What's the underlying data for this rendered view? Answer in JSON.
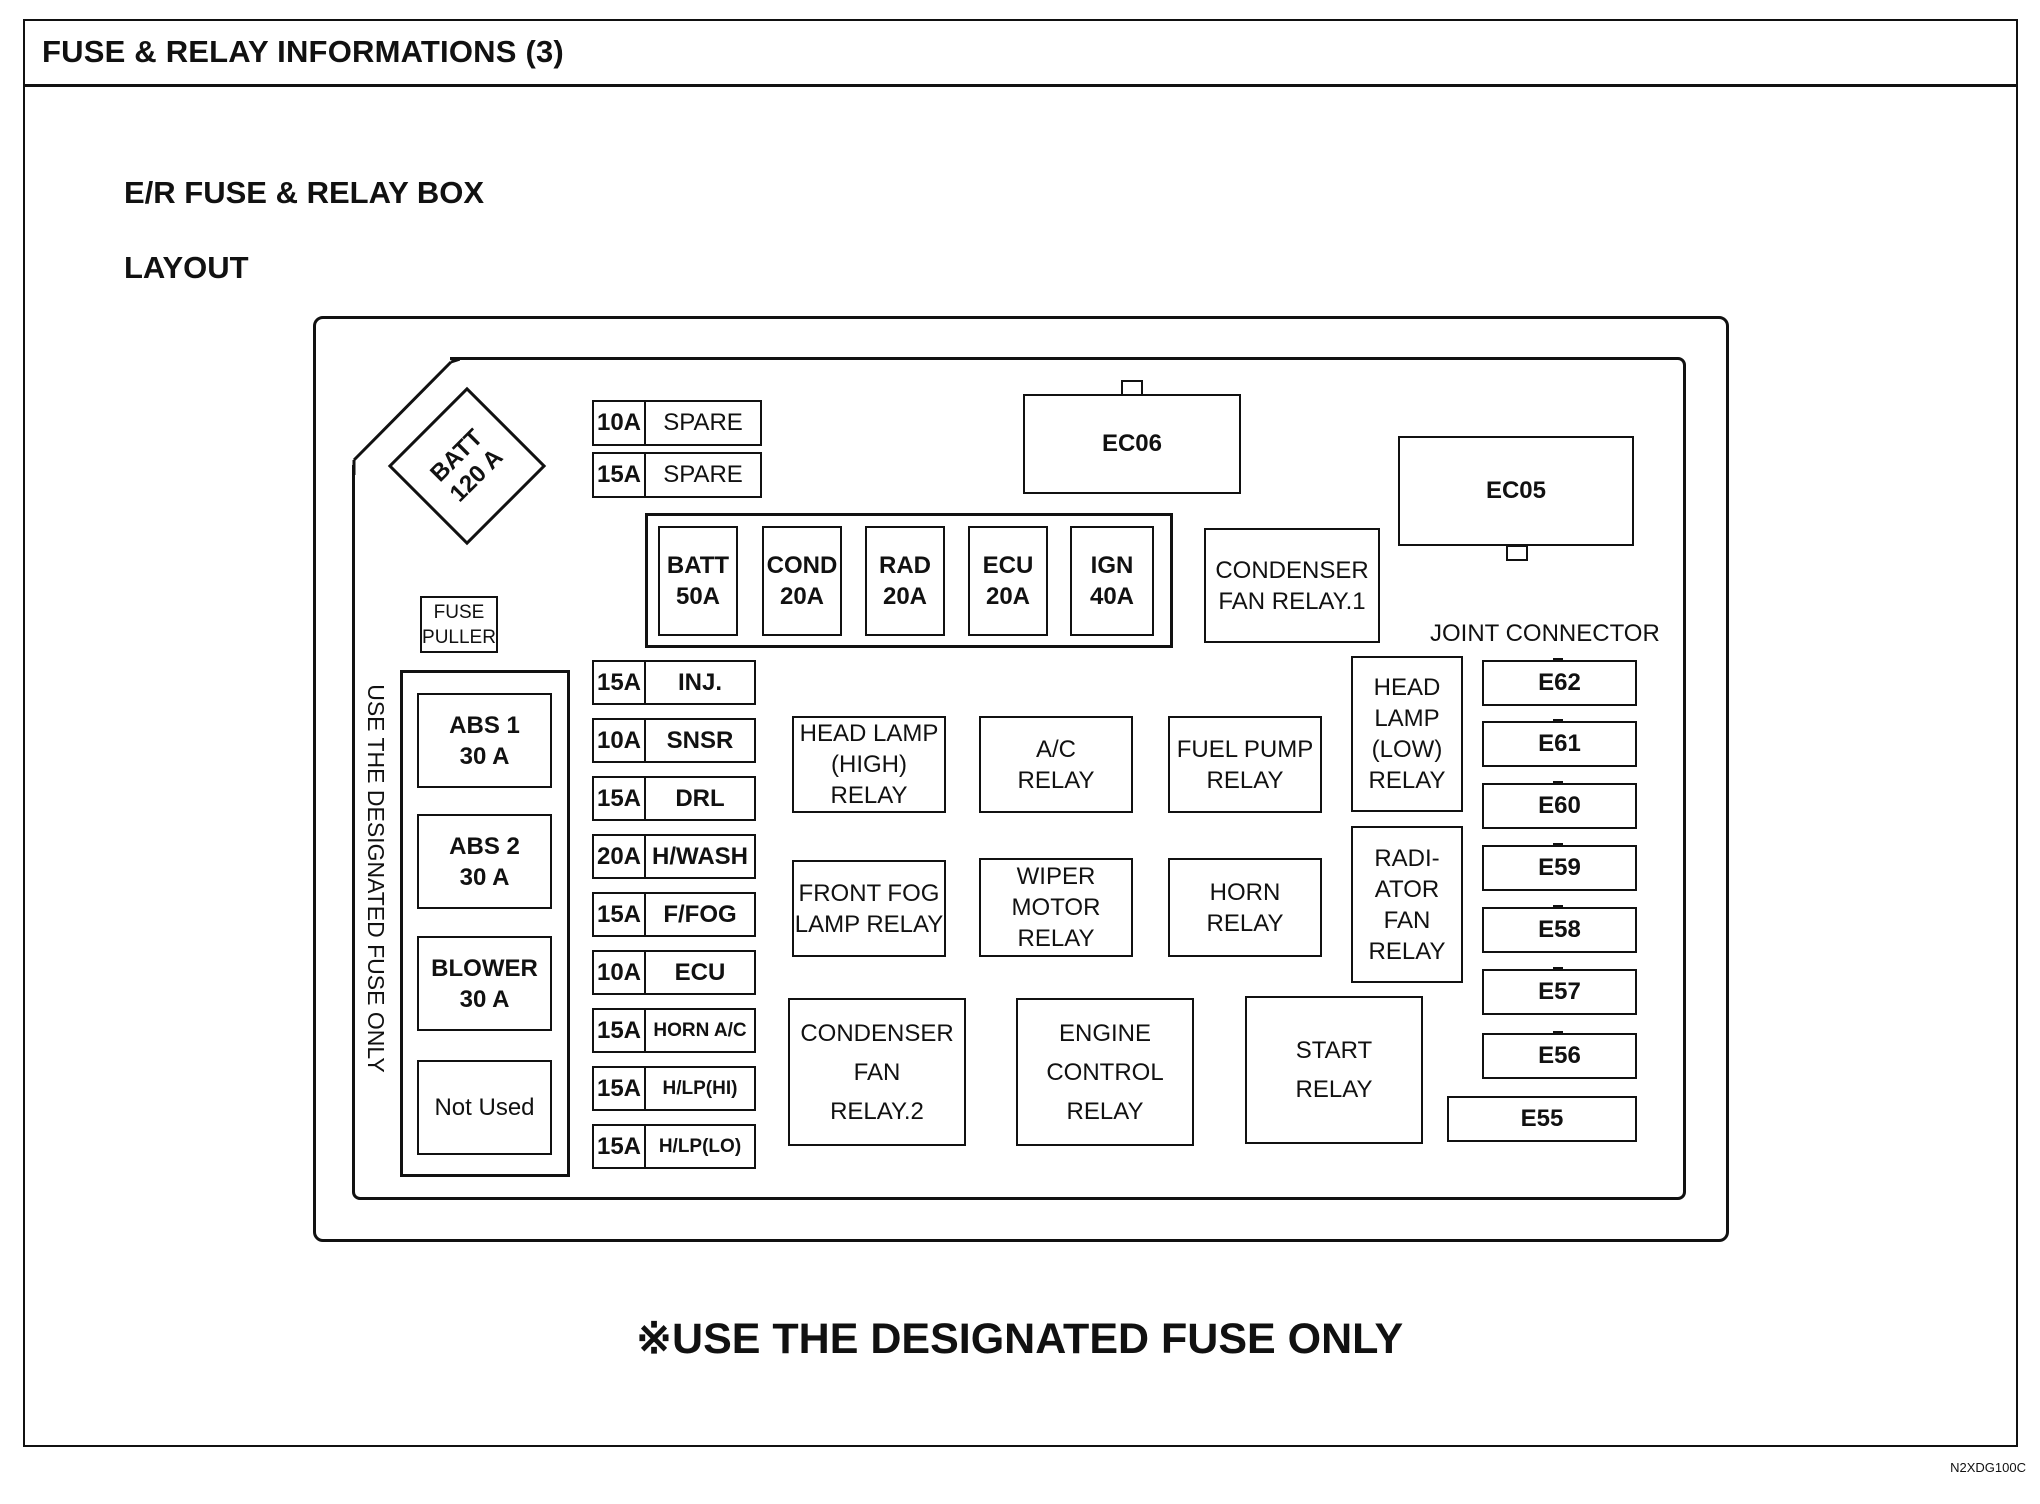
{
  "title": "FUSE & RELAY INFORMATIONS (3)",
  "section": "E/R FUSE & RELAY BOX",
  "subsection": "LAYOUT",
  "batt_fuse": {
    "line1": "BATT",
    "line2": "120 A"
  },
  "fuse_puller": {
    "line1": "FUSE",
    "line2": "PULLER"
  },
  "side_note": "USE THE DESIGNATED FUSE ONLY",
  "large_fuses": [
    {
      "line1": "ABS 1",
      "line2": "30 A"
    },
    {
      "line1": "ABS 2",
      "line2": "30 A"
    },
    {
      "line1": "BLOWER",
      "line2": "30 A"
    },
    {
      "line1": "Not Used",
      "line2": ""
    }
  ],
  "spare_fuses": [
    {
      "amp": "10A",
      "name": "SPARE"
    },
    {
      "amp": "15A",
      "name": "SPARE"
    }
  ],
  "fusible_links": [
    {
      "line1": "BATT",
      "line2": "50A"
    },
    {
      "line1": "COND",
      "line2": "20A"
    },
    {
      "line1": "RAD",
      "line2": "20A"
    },
    {
      "line1": "ECU",
      "line2": "20A"
    },
    {
      "line1": "IGN",
      "line2": "40A"
    }
  ],
  "mini_fuses": [
    {
      "amp": "15A",
      "name": "INJ."
    },
    {
      "amp": "10A",
      "name": "SNSR"
    },
    {
      "amp": "15A",
      "name": "DRL"
    },
    {
      "amp": "20A",
      "name": "H/WASH"
    },
    {
      "amp": "15A",
      "name": "F/FOG"
    },
    {
      "amp": "10A",
      "name": "ECU"
    },
    {
      "amp": "15A",
      "name": "HORN A/C"
    },
    {
      "amp": "15A",
      "name": "H/LP(HI)"
    },
    {
      "amp": "15A",
      "name": "H/LP(LO)"
    }
  ],
  "connectors": {
    "ec06": "EC06",
    "ec05": "EC05"
  },
  "relays": {
    "condenser_fan_1": {
      "line1": "CONDENSER",
      "line2": "FAN RELAY.1"
    },
    "head_lamp_high": {
      "line1": "HEAD LAMP",
      "line2": "(HIGH) RELAY"
    },
    "ac": {
      "line1": "A/C",
      "line2": "RELAY"
    },
    "fuel_pump": {
      "line1": "FUEL PUMP",
      "line2": "RELAY"
    },
    "head_lamp_low": {
      "line1": "HEAD",
      "line2": "LAMP",
      "line3": "(LOW)",
      "line4": "RELAY"
    },
    "front_fog": {
      "line1": "FRONT FOG",
      "line2": "LAMP RELAY"
    },
    "wiper_motor": {
      "line1": "WIPER",
      "line2": "MOTOR",
      "line3": "RELAY"
    },
    "horn": {
      "line1": "HORN",
      "line2": "RELAY"
    },
    "radiator_fan": {
      "line1": "RADI-",
      "line2": "ATOR",
      "line3": "FAN",
      "line4": "RELAY"
    },
    "condenser_fan_2": {
      "line1": "CONDENSER",
      "line2": "FAN",
      "line3": "RELAY.2"
    },
    "engine_control": {
      "line1": "ENGINE",
      "line2": "CONTROL",
      "line3": "RELAY"
    },
    "start": {
      "line1": "START",
      "line2": "RELAY"
    }
  },
  "joint_connector": {
    "label": "JOINT CONNECTOR",
    "items": [
      "E62",
      "E61",
      "E60",
      "E59",
      "E58",
      "E57",
      "E56",
      "E55"
    ]
  },
  "footer_note": "※USE THE DESIGNATED FUSE ONLY",
  "image_code": "N2XDG100C"
}
